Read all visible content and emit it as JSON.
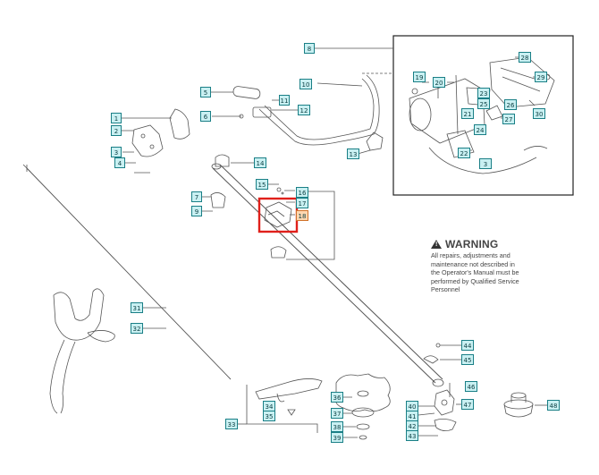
{
  "callouts": {
    "c1": "1",
    "c2": "2",
    "c3": "3",
    "c4": "4",
    "c5": "5",
    "c6": "6",
    "c7": "7",
    "c8": "8",
    "c9": "9",
    "c10": "10",
    "c11": "11",
    "c12": "12",
    "c13": "13",
    "c14": "14",
    "c15": "15",
    "c16": "16",
    "c17": "17",
    "c18": "18",
    "c19": "19",
    "c20": "20",
    "c21": "21",
    "c22": "22",
    "c23": "23",
    "c24": "24",
    "c25": "25",
    "c26": "26",
    "c27": "27",
    "c28": "28",
    "c29": "29",
    "c30": "30",
    "c31": "31",
    "c32": "32",
    "c33": "33",
    "c34": "34",
    "c35": "35",
    "c36": "36",
    "c37": "37",
    "c38": "38",
    "c39": "39",
    "c40": "40",
    "c41": "41",
    "c42": "42",
    "c43": "43",
    "c44": "44",
    "c45": "45",
    "c46": "46",
    "c47": "47",
    "c48": "48",
    "c3b": "3"
  },
  "warning": {
    "title": "WARNING",
    "body_lines": [
      "All repairs, adjustments and",
      "maintenance not described in",
      "the Operator's Manual must be",
      "performed by Qualified Service",
      "Personnel"
    ]
  },
  "colors": {
    "callout_fill": "#c9f0f2",
    "callout_border": "#1a7f86",
    "highlight": "#e0201b",
    "line": "#555555"
  }
}
